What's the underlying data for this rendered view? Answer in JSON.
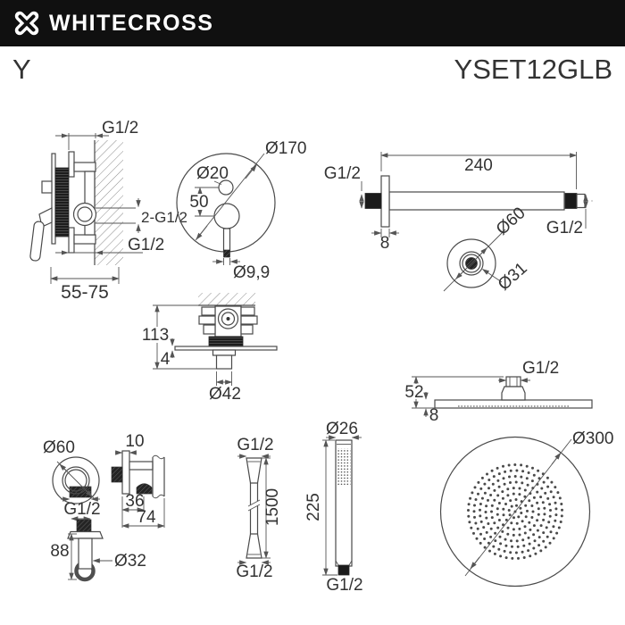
{
  "header": {
    "brand": "WHITECROSS",
    "series": "Y",
    "model": "YSET12GLB"
  },
  "colors": {
    "header_bg": "#101010",
    "header_text": "#ffffff",
    "line": "#4a4a4a",
    "dim_line": "#555555",
    "text": "#333333",
    "dark_fill": "#1b1b1b"
  },
  "drawings": {
    "mixer_side": {
      "g12_top": "G1/2",
      "g12_double": "2-G1/2",
      "g12_bottom": "G1/2",
      "mount_depth": "55-75"
    },
    "mixer_front": {
      "plate_diameter": "Ø170",
      "diverter_diameter": "Ø20",
      "spacing": "50",
      "lever_width": "Ø9,9"
    },
    "arm": {
      "length": "240",
      "g12_wall": "G1/2",
      "g12_outlet": "G1/2",
      "flange_thickness": "8",
      "flange_diameter": "Ø60",
      "tube_diameter": "Ø31"
    },
    "mixer_top": {
      "depth": "113",
      "plate_thickness": "4",
      "handle_diameter": "Ø42"
    },
    "head_side": {
      "g12": "G1/2",
      "height": "52",
      "thickness": "8"
    },
    "outlet": {
      "flange_diameter": "Ø60",
      "g12": "G1/2",
      "plate_thickness": "10",
      "holder_offset": "36",
      "holder_depth": "74",
      "height": "88",
      "body_diameter": "Ø32"
    },
    "hose": {
      "g12_top": "G1/2",
      "length": "1500",
      "g12_bottom": "G1/2"
    },
    "handshower": {
      "diameter": "Ø26",
      "length": "225",
      "g12": "G1/2"
    },
    "head_top": {
      "diameter": "Ø300"
    }
  }
}
